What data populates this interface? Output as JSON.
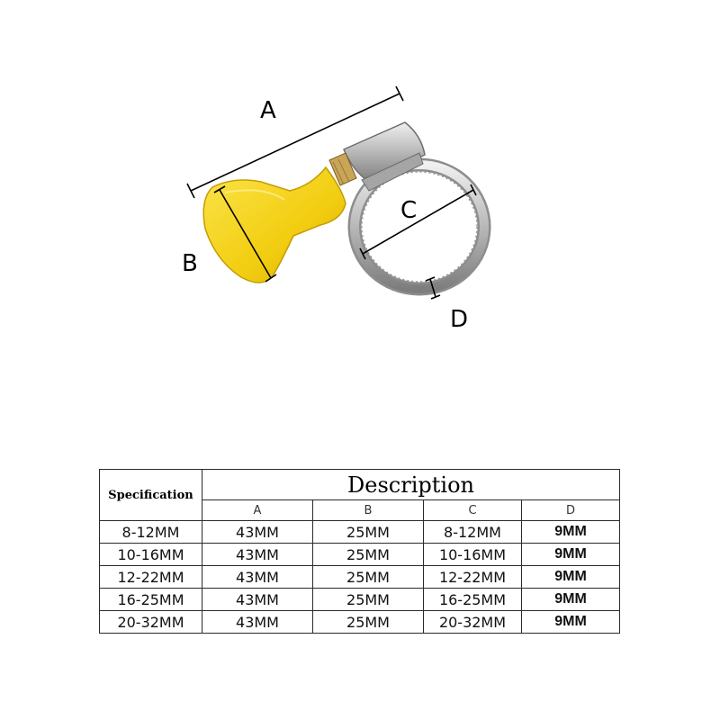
{
  "diagram": {
    "labels": {
      "a": "A",
      "b": "B",
      "c": "C",
      "d": "D"
    },
    "colors": {
      "handle": "#f5d21a",
      "handle_shade": "#d9b400",
      "metal": "#c9c9c9",
      "metal_dark": "#8a8a8a",
      "brass": "#c9a55a"
    }
  },
  "table": {
    "spec_header": "Specification",
    "desc_header": "Description",
    "columns": [
      "A",
      "B",
      "C",
      "D"
    ],
    "rows": [
      {
        "spec": "8-12MM",
        "a": "43MM",
        "b": "25MM",
        "c": "8-12MM",
        "d": "9MM"
      },
      {
        "spec": "10-16MM",
        "a": "43MM",
        "b": "25MM",
        "c": "10-16MM",
        "d": "9MM"
      },
      {
        "spec": "12-22MM",
        "a": "43MM",
        "b": "25MM",
        "c": "12-22MM",
        "d": "9MM"
      },
      {
        "spec": "16-25MM",
        "a": "43MM",
        "b": "25MM",
        "c": "16-25MM",
        "d": "9MM"
      },
      {
        "spec": "20-32MM",
        "a": "43MM",
        "b": "25MM",
        "c": "20-32MM",
        "d": "9MM"
      }
    ]
  }
}
